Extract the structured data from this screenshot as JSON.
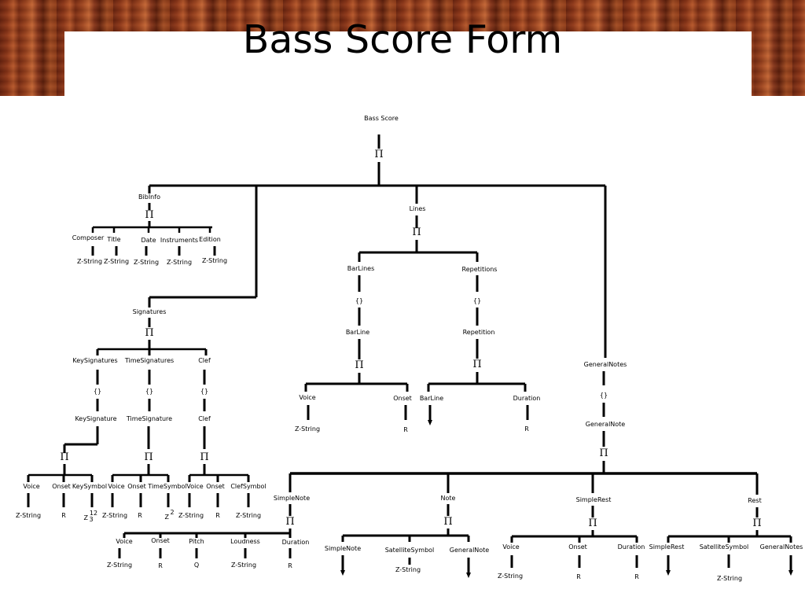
{
  "title": "Bass Score Form",
  "labels": {
    "root": "Bass Score",
    "pi": "Π",
    "set": "{}",
    "bibinfo": "BibInfo",
    "composer": "Composer",
    "title_field": "Title",
    "date": "Date",
    "instruments": "Instruments",
    "edition": "Edition",
    "zstring": "Z-String",
    "lines": "Lines",
    "barlines": "BarLines",
    "repetitions": "Repetitions",
    "barline": "BarLine",
    "repetition": "Repetition",
    "voice": "Voice",
    "onset": "Onset",
    "duration": "Duration",
    "real": "R",
    "signatures": "Signatures",
    "keysignatures": "KeySignatures",
    "timesignatures": "TimeSignatures",
    "clef": "Clef",
    "keysignature": "KeySignature",
    "timesignature": "TimeSignature",
    "keysymbol": "KeySymbol",
    "timesymbol": "TimeSymbol",
    "clefsymbol": "ClefSymbol",
    "z": "Z",
    "sup12": "12",
    "sub3": "3",
    "sup2": "2",
    "generalnotes": "GeneralNotes",
    "generalnote": "GeneralNote",
    "simplenote": "SimpleNote",
    "note": "Note",
    "simplerest": "SimpleRest",
    "rest": "Rest",
    "pitch": "Pitch",
    "loudness": "Loudness",
    "q": "Q",
    "satellitesymbol": "SatelliteSymbol",
    "generalnotes_ref": "GeneralNotes"
  }
}
